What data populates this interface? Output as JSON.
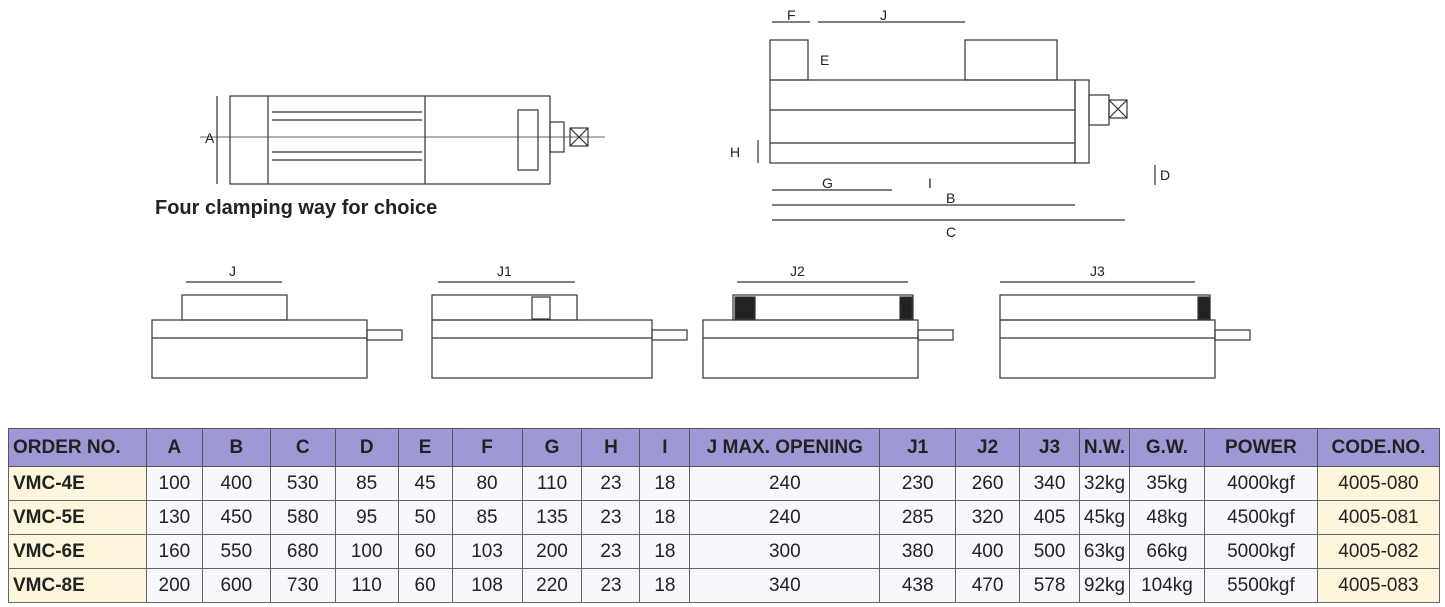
{
  "drawings": {
    "top_view": {
      "label_a": "A"
    },
    "side_view": {
      "labels": {
        "f": "F",
        "j": "J",
        "e": "E",
        "h": "H",
        "g": "G",
        "i": "I",
        "b": "B",
        "c": "C",
        "d": "D"
      }
    },
    "caption": "Four clamping way for choice",
    "clamping_ways": [
      "J",
      "J1",
      "J2",
      "J3"
    ]
  },
  "table": {
    "headers": [
      "ORDER NO.",
      "A",
      "B",
      "C",
      "D",
      "E",
      "F",
      "G",
      "H",
      "I",
      "J MAX. OPENING",
      "J1",
      "J2",
      "J3",
      "N.W.",
      "G.W.",
      "POWER",
      "CODE.NO."
    ],
    "rows": [
      [
        "VMC-4E",
        "100",
        "400",
        "530",
        "85",
        "45",
        "80",
        "110",
        "23",
        "18",
        "240",
        "230",
        "260",
        "340",
        "32kg",
        "35kg",
        "4000kgf",
        "4005-080"
      ],
      [
        "VMC-5E",
        "130",
        "450",
        "580",
        "95",
        "50",
        "85",
        "135",
        "23",
        "18",
        "240",
        "285",
        "320",
        "405",
        "45kg",
        "48kg",
        "4500kgf",
        "4005-081"
      ],
      [
        "VMC-6E",
        "160",
        "550",
        "680",
        "100",
        "60",
        "103",
        "200",
        "23",
        "18",
        "300",
        "380",
        "400",
        "500",
        "63kg",
        "66kg",
        "5000kgf",
        "4005-082"
      ],
      [
        "VMC-8E",
        "200",
        "600",
        "730",
        "110",
        "60",
        "108",
        "220",
        "23",
        "18",
        "340",
        "438",
        "470",
        "578",
        "92kg",
        "104kg",
        "5500kgf",
        "4005-083"
      ]
    ]
  },
  "colors": {
    "header": "#9e98d6",
    "order_col": "#fdf6dd"
  }
}
